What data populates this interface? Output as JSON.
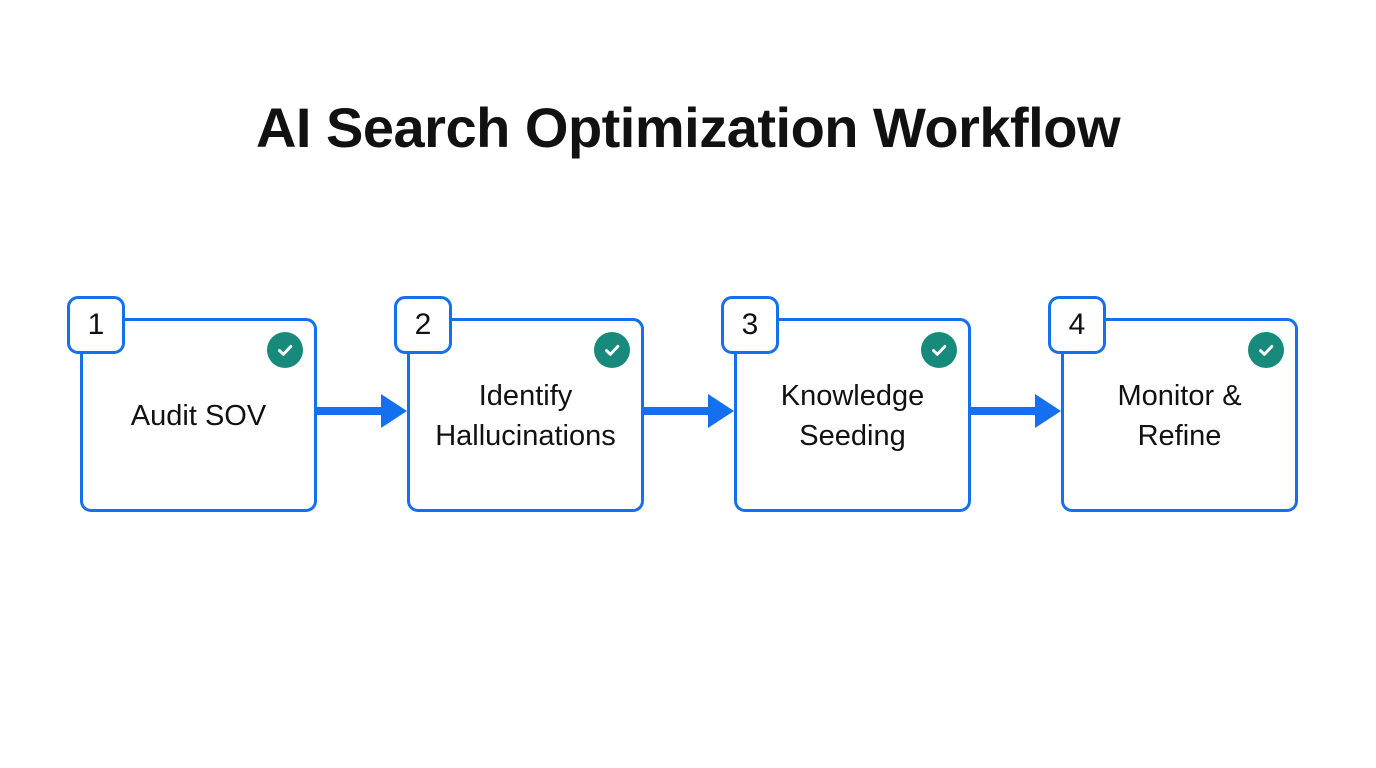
{
  "title": "AI Search Optimization Workflow",
  "colors": {
    "accent_blue": "#1570EF",
    "check_teal": "#178A7B",
    "text_black": "#111111",
    "page_bg": "#FFFFFF"
  },
  "icons": {
    "check": "✓",
    "arrow": "→"
  },
  "steps": [
    {
      "number": "1",
      "label": "Audit SOV",
      "completed": true
    },
    {
      "number": "2",
      "label": "Identify Hallucinations",
      "completed": true
    },
    {
      "number": "3",
      "label": "Knowledge Seeding",
      "completed": true
    },
    {
      "number": "4",
      "label": "Monitor & Refine",
      "completed": true
    }
  ]
}
